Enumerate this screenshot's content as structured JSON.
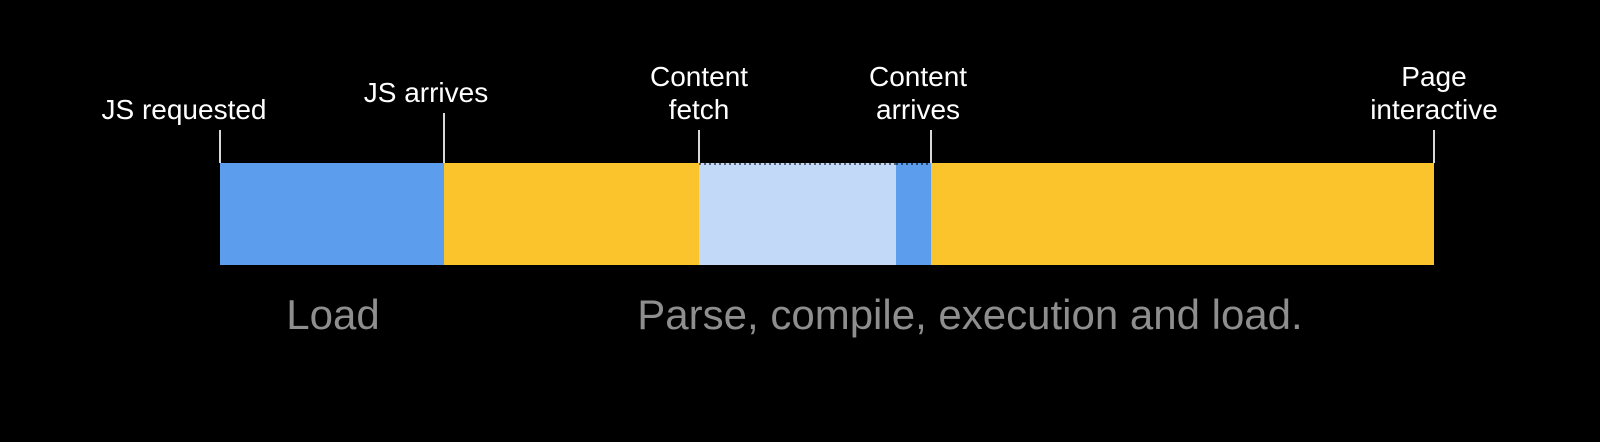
{
  "diagram": {
    "markers": [
      {
        "id": "js-requested",
        "label_lines": [
          "JS requested"
        ],
        "t_pct": 0
      },
      {
        "id": "js-arrives",
        "label_lines": [
          "JS arrives"
        ],
        "t_pct": 18.45
      },
      {
        "id": "content-fetch",
        "label_lines": [
          "Content",
          "fetch"
        ],
        "t_pct": 39.46
      },
      {
        "id": "content-arrives",
        "label_lines": [
          "Content",
          "arrives"
        ],
        "t_pct": 58.57
      },
      {
        "id": "page-interactive",
        "label_lines": [
          "Page",
          "interactive"
        ],
        "t_pct": 100
      }
    ],
    "segments": [
      {
        "id": "js-request-to-arrival",
        "from": "JS requested",
        "to": "JS arrives",
        "width_pct": 18.45,
        "color": "#5C9DEE",
        "dotted_top": false
      },
      {
        "id": "parse-compile-load-1",
        "from": "JS arrives",
        "to": "Content fetch",
        "width_pct": 21.01,
        "color": "#FBC42D",
        "dotted_top": false
      },
      {
        "id": "content-fetch-span",
        "from": "Content fetch",
        "to": "Content arrives",
        "width_pct": 16.23,
        "color": "#C2D9F7",
        "dotted_top": true
      },
      {
        "id": "content-arrival-sliver",
        "from": "Content fetch",
        "to": "Content arrives",
        "width_pct": 2.88,
        "color": "#5C9DEE",
        "dotted_top": true
      },
      {
        "id": "parse-compile-load-2",
        "from": "Content arrives",
        "to": "Page interactive",
        "width_pct": 41.43,
        "color": "#FBC42D",
        "dotted_top": false
      }
    ],
    "phases": [
      {
        "id": "load",
        "label": "Load"
      },
      {
        "id": "parse-compile-execute",
        "label": "Parse, compile, execution and load."
      }
    ],
    "colors": {
      "background": "#000000",
      "segment_blue": "#5C9DEE",
      "segment_yellow": "#FBC42D",
      "segment_light_blue": "#C2D9F7",
      "marker_label": "#FFFFFF",
      "phase_label": "#8E8E8E",
      "tick": "#D9D9D9"
    }
  }
}
